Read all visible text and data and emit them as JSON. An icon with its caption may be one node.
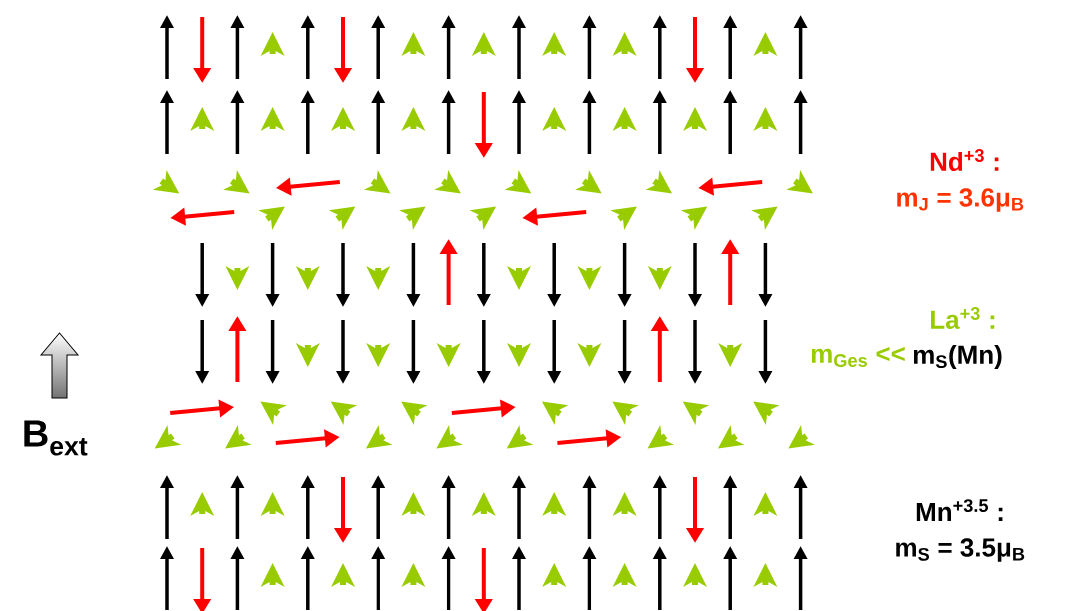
{
  "diagram": {
    "labels": [
      "Nd$^{+3}$ :",
      "m$_{J}$ = 3.6μ$_{B}$",
      "La$^{+3}$ :",
      "m$_{Ges}$ <<",
      "m$_{S}$(Mn)",
      "Mn$^{+3.5}$ :",
      "m$_{S}$ = 3.5μ$_{B}$",
      "B$_{ext}$"
    ]
  }
}
